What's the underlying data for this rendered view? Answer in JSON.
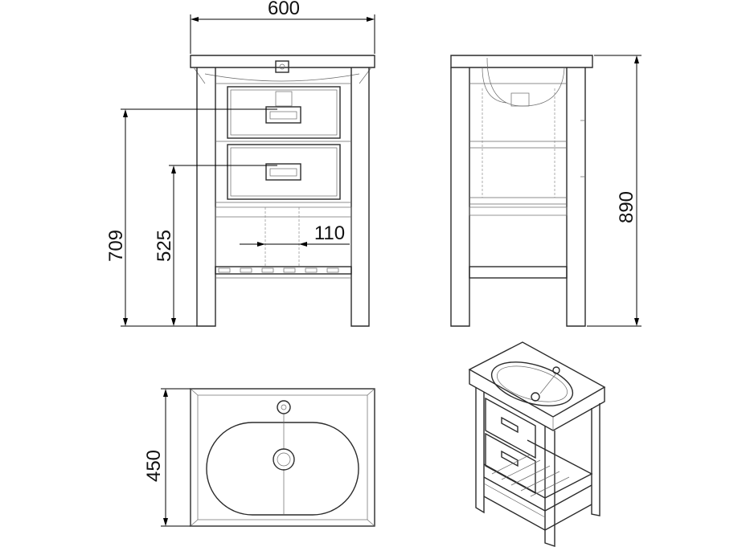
{
  "dimensions": {
    "width": "600",
    "height_total": "890",
    "height_709": "709",
    "height_525": "525",
    "drawer_depth": "110",
    "depth": "450"
  },
  "colors": {
    "line": "#2b2b2b",
    "thin": "#6a6a6a",
    "background": "#ffffff"
  }
}
